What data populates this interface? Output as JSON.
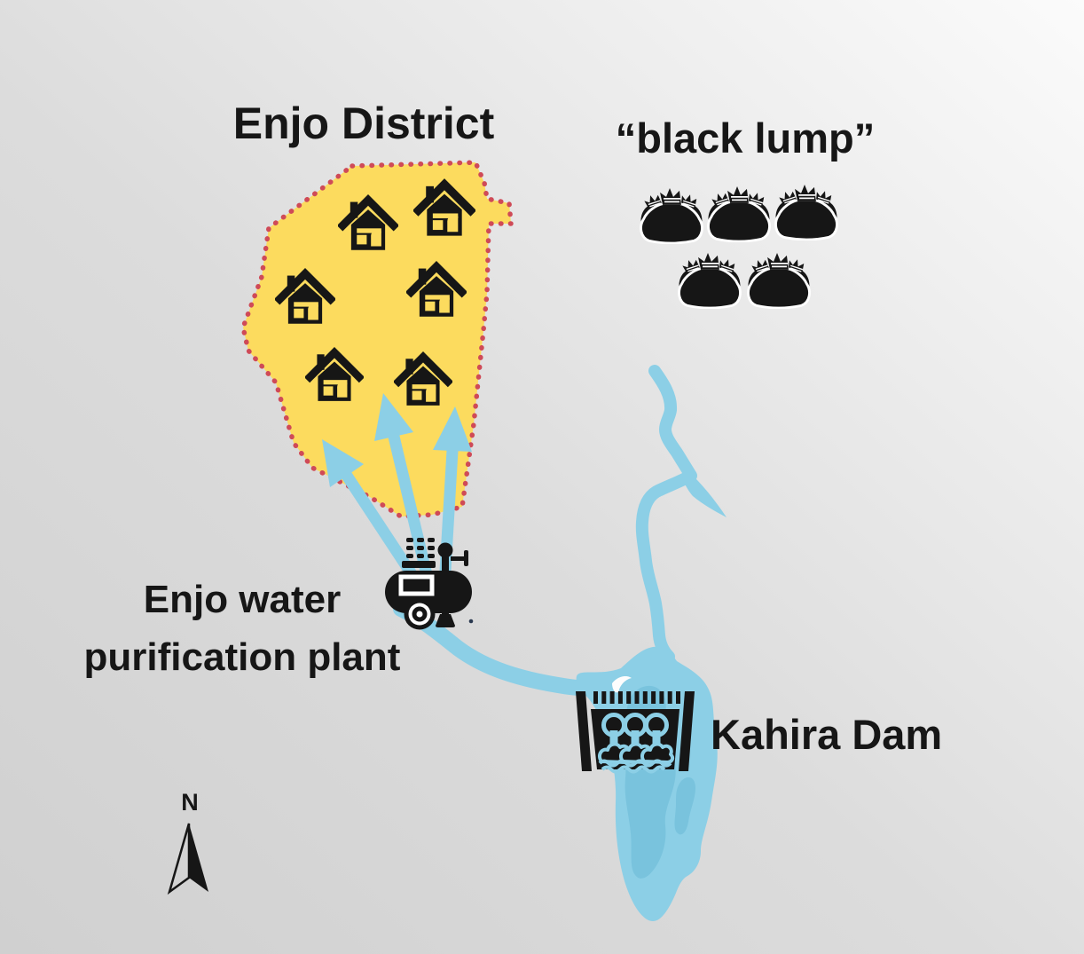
{
  "labels": {
    "district_title": "Enjo District",
    "black_lump_title": "“black lump”",
    "plant_label_line1": "Enjo water",
    "plant_label_line2": "purification plant",
    "dam_label": "Kahira Dam",
    "compass_north": "N"
  },
  "map": {
    "district_house_count": 6,
    "black_lump_bag_count": 5,
    "water_supply_arrow_count": 3
  },
  "colors": {
    "background_start": "#fbfbfb",
    "background_end": "#d0d0d0",
    "district_fill": "#fcdb5e",
    "district_border": "#cf4a57",
    "water": "#8ccfe6",
    "water_dark": "#79c3dd",
    "ink": "#161616"
  }
}
